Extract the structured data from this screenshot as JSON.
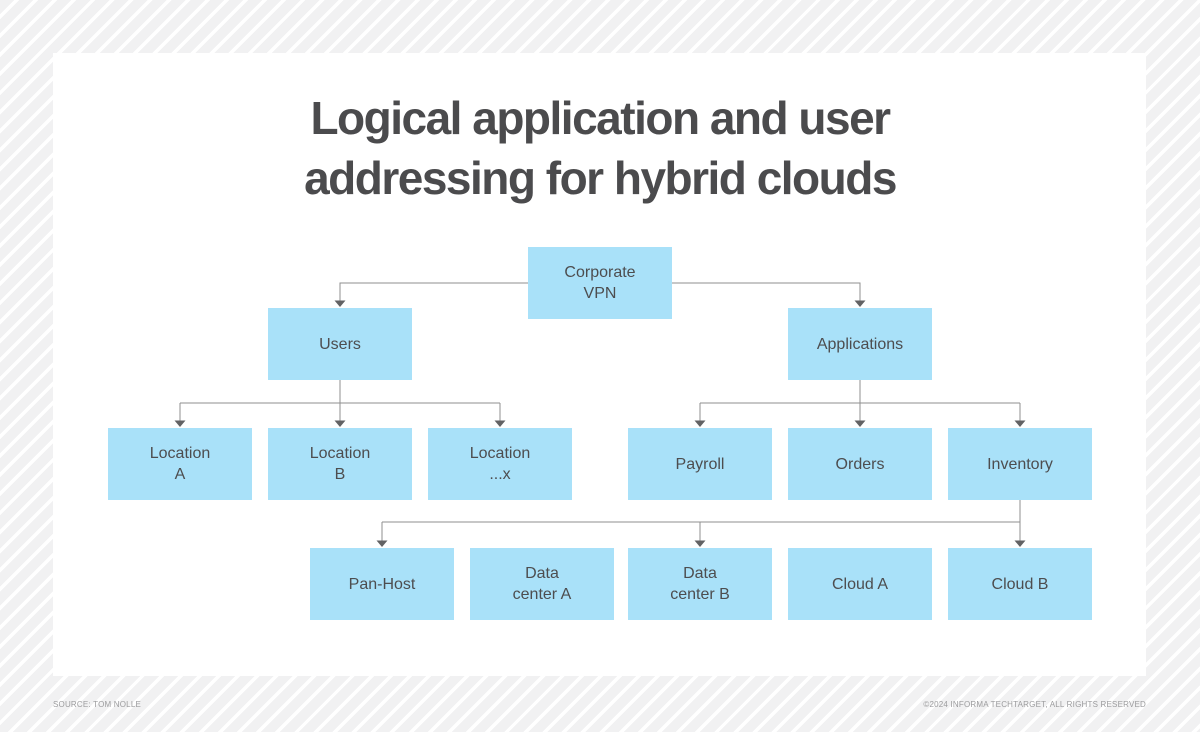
{
  "title": "Logical application and user\naddressing for hybrid clouds",
  "diagram": {
    "nodes": [
      {
        "id": "corporate-vpn",
        "label": "Corporate\nVPN"
      },
      {
        "id": "users",
        "label": "Users"
      },
      {
        "id": "applications",
        "label": "Applications"
      },
      {
        "id": "location-a",
        "label": "Location\nA"
      },
      {
        "id": "location-b",
        "label": "Location\nB"
      },
      {
        "id": "location-x",
        "label": "Location\n...x"
      },
      {
        "id": "payroll",
        "label": "Payroll"
      },
      {
        "id": "orders",
        "label": "Orders"
      },
      {
        "id": "inventory",
        "label": "Inventory"
      },
      {
        "id": "pan-host",
        "label": "Pan-Host"
      },
      {
        "id": "data-center-a",
        "label": "Data\ncenter A"
      },
      {
        "id": "data-center-b",
        "label": "Data\ncenter B"
      },
      {
        "id": "cloud-a",
        "label": "Cloud A"
      },
      {
        "id": "cloud-b",
        "label": "Cloud B"
      }
    ],
    "edges": [
      {
        "from": "corporate-vpn",
        "arrows_to": [
          "users",
          "applications"
        ]
      },
      {
        "from": "users",
        "arrows_to": [
          "location-a",
          "location-b",
          "location-x"
        ]
      },
      {
        "from": "applications",
        "arrows_to": [
          "payroll",
          "orders",
          "inventory"
        ]
      },
      {
        "from": "inventory",
        "arrows_to": [
          "pan-host",
          "data-center-b",
          "cloud-b"
        ],
        "bus_passes_over": [
          "data-center-a",
          "cloud-a"
        ]
      }
    ],
    "colors": {
      "node_fill": "#a9e1f9",
      "node_text": "#4d4d4f",
      "title_text": "#4b4b4d",
      "connector_line": "#8f8f8f",
      "arrowhead": "#626264",
      "card_background": "#ffffff",
      "page_stripe_gray": "#f1f1f2",
      "page_stripe_white": "#ffffff",
      "footer_text": "#9c9c9e"
    }
  },
  "footer": {
    "source": "SOURCE: TOM NOLLE",
    "copyright": "©2024 INFORMA TECHTARGET, ALL RIGHTS RESERVED"
  }
}
